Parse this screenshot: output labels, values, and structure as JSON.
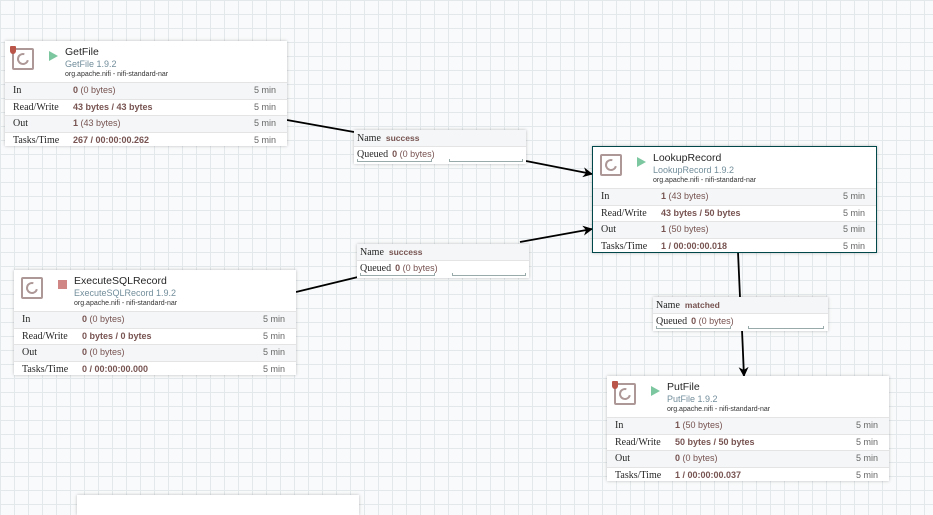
{
  "processors": [
    {
      "id": "getfile",
      "name": "GetFile",
      "type": "GetFile 1.9.2",
      "bundle": "org.apache.nifi - nifi-standard-nar",
      "state": "running",
      "restricted": true,
      "stats": {
        "in": {
          "label": "In",
          "count": "0",
          "size": "(0 bytes)",
          "time": "5 min"
        },
        "read_write": {
          "label": "Read/Write",
          "value": "43 bytes / 43 bytes",
          "time": "5 min"
        },
        "out": {
          "label": "Out",
          "count": "1",
          "size": "(43 bytes)",
          "time": "5 min"
        },
        "tasks_time": {
          "label": "Tasks/Time",
          "value": "267 / 00:00:00.262",
          "time": "5 min"
        }
      }
    },
    {
      "id": "lookuprecord",
      "name": "LookupRecord",
      "type": "LookupRecord 1.9.2",
      "bundle": "org.apache.nifi - nifi-standard-nar",
      "state": "running",
      "restricted": false,
      "selected": true,
      "stats": {
        "in": {
          "label": "In",
          "count": "1",
          "size": "(43 bytes)",
          "time": "5 min"
        },
        "read_write": {
          "label": "Read/Write",
          "value": "43 bytes / 50 bytes",
          "time": "5 min"
        },
        "out": {
          "label": "Out",
          "count": "1",
          "size": "(50 bytes)",
          "time": "5 min"
        },
        "tasks_time": {
          "label": "Tasks/Time",
          "value": "1 / 00:00:00.018",
          "time": "5 min"
        }
      }
    },
    {
      "id": "executesqlrecord",
      "name": "ExecuteSQLRecord",
      "type": "ExecuteSQLRecord 1.9.2",
      "bundle": "org.apache.nifi - nifi-standard-nar",
      "state": "stopped",
      "restricted": false,
      "stats": {
        "in": {
          "label": "In",
          "count": "0",
          "size": "(0 bytes)",
          "time": "5 min"
        },
        "read_write": {
          "label": "Read/Write",
          "value": "0 bytes / 0 bytes",
          "time": "5 min"
        },
        "out": {
          "label": "Out",
          "count": "0",
          "size": "(0 bytes)",
          "time": "5 min"
        },
        "tasks_time": {
          "label": "Tasks/Time",
          "value": "0 / 00:00:00.000",
          "time": "5 min"
        }
      }
    },
    {
      "id": "putfile",
      "name": "PutFile",
      "type": "PutFile 1.9.2",
      "bundle": "org.apache.nifi - nifi-standard-nar",
      "state": "running",
      "restricted": true,
      "stats": {
        "in": {
          "label": "In",
          "count": "1",
          "size": "(50 bytes)",
          "time": "5 min"
        },
        "read_write": {
          "label": "Read/Write",
          "value": "50 bytes / 50 bytes",
          "time": "5 min"
        },
        "out": {
          "label": "Out",
          "count": "0",
          "size": "(0 bytes)",
          "time": "5 min"
        },
        "tasks_time": {
          "label": "Tasks/Time",
          "value": "1 / 00:00:00.037",
          "time": "5 min"
        }
      }
    }
  ],
  "connections": [
    {
      "id": "conn-getfile-lookup",
      "name_label": "Name",
      "name": "success",
      "queued_label": "Queued",
      "queued_count": "0",
      "queued_size": "(0 bytes)"
    },
    {
      "id": "conn-execsql-lookup",
      "name_label": "Name",
      "name": "success",
      "queued_label": "Queued",
      "queued_count": "0",
      "queued_size": "(0 bytes)"
    },
    {
      "id": "conn-lookup-putfile",
      "name_label": "Name",
      "name": "matched",
      "queued_label": "Queued",
      "queued_count": "0",
      "queued_size": "(0 bytes)"
    }
  ],
  "colors": {
    "running": "#7dc7a0",
    "stopped": "#d18686",
    "selected_border": "#004849",
    "value_text": "#775351",
    "type_text": "#728e9b"
  }
}
